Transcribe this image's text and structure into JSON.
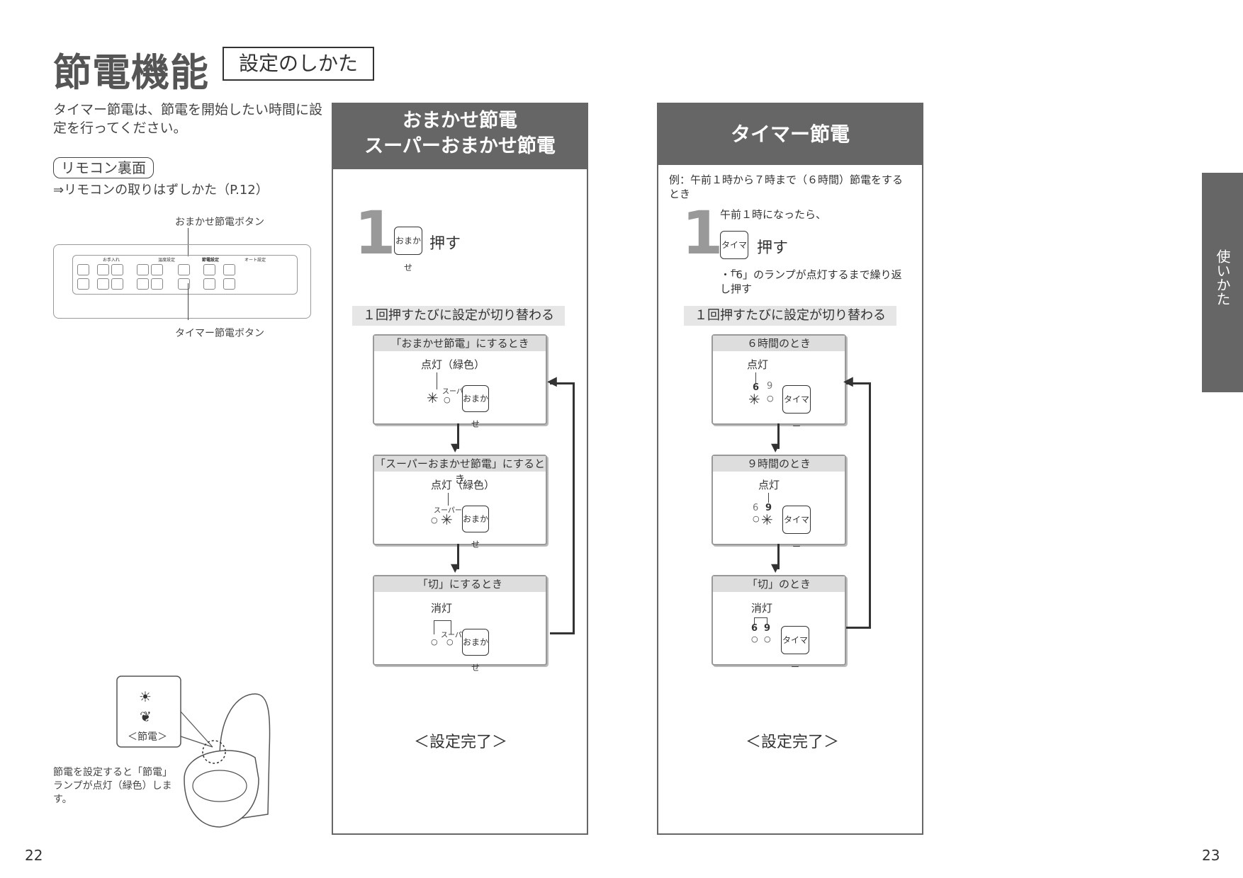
{
  "page": {
    "title": "節電機能",
    "subtitle": "設定のしかた",
    "intro": "タイマー節電は、節電を開始したい時間に設定を行ってください。",
    "remote_tag": "リモコン裏面",
    "remote_ref": "⇒リモコンの取りはずしかた（P.12）",
    "label_omakase_button": "おまかせ節電ボタン",
    "label_timer_button": "タイマー節電ボタン",
    "remote_group_labels": [
      "お手入れ",
      "温度設定",
      "節電設定",
      "オート設定"
    ],
    "toilet_lamp_label": "＜節電＞",
    "toilet_caption": "節電を設定すると「節電」ランプが点灯（緑色）します。",
    "page_left": "22",
    "page_right": "23",
    "side_tab": "使いかた"
  },
  "omakase": {
    "header_line1": "おまかせ節電",
    "header_line2": "スーパーおまかせ節電",
    "step_number": "1",
    "key_label": "おまかせ",
    "step_action": "押す",
    "cycle_band": "１回押すたびに設定が切り替わる",
    "cards": [
      {
        "title": "「おまかせ節電」にするとき",
        "lamp": "点灯（緑色）",
        "indicator": "スーパー",
        "key": "おまかせ"
      },
      {
        "title": "「スーパーおまかせ節電」にするとき",
        "lamp": "点灯（緑色）",
        "indicator": "スーパー",
        "key": "おまかせ"
      },
      {
        "title": "「切」にするとき",
        "lamp": "消灯",
        "indicator": "スーパー",
        "key": "おまかせ"
      }
    ],
    "done": "＜設定完了＞"
  },
  "timer": {
    "header": "タイマー節電",
    "example": "例：午前１時から７時まで（６時間）節電をするとき",
    "pre_step": "午前１時になったら、",
    "step_number": "1",
    "key_label": "タイマー",
    "step_action": "押す",
    "note": "・「6」のランプが点灯するまで繰り返し押す",
    "cycle_band": "１回押すたびに設定が切り替わる",
    "cards": [
      {
        "title": "６時間のとき",
        "lamp": "点灯",
        "digit_a": "6",
        "digit_b": "9",
        "key": "タイマー"
      },
      {
        "title": "９時間のとき",
        "lamp": "点灯",
        "digit_a": "6",
        "digit_b": "9",
        "key": "タイマー"
      },
      {
        "title": "「切」のとき",
        "lamp": "消灯",
        "digit_a": "6",
        "digit_b": "9",
        "key": "タイマー"
      }
    ],
    "done": "＜設定完了＞"
  },
  "colors": {
    "header_bg": "#666666",
    "band_bg": "#e6e6e6",
    "card_head_bg": "#dddddd"
  }
}
